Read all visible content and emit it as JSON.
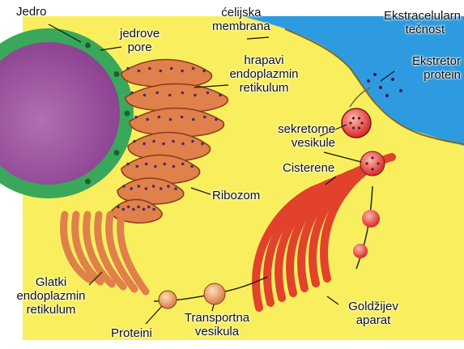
{
  "colors": {
    "cytoplasm": "#f9ef5e",
    "extracellular": "#2e9be0",
    "nucleus": "#8a3f8f",
    "nuclear_envelope": "#3aa85a",
    "er": "#e0804a",
    "golgi": "#e2422c",
    "vesicle": "#e8433a"
  },
  "labels": {
    "jedro": "Jedro",
    "jedrove_pore": [
      "jedrove",
      "pore"
    ],
    "celijska_membrana": [
      "ćelijska",
      "membrana"
    ],
    "ekstracelularna_tecnost": [
      "Ekstracelularn",
      "tečnost"
    ],
    "ekstretor_protein": [
      "Ekstretor",
      "protein"
    ],
    "hrapavi_er": [
      "hrapavi",
      "endoplazmin",
      "retikulum"
    ],
    "sekretorne_vesikule": [
      "sekretorne",
      "vesikule"
    ],
    "cisterene": "Cisterene",
    "ribozom": "Ribozom",
    "glatki_er": [
      "Glatki",
      "endoplazmin",
      "retikulum"
    ],
    "proteini": "Proteini",
    "transportna_vesikula": [
      "Transportna",
      "vesikula"
    ],
    "goldzijev_aparat": [
      "Goldžijev",
      "aparat"
    ]
  }
}
